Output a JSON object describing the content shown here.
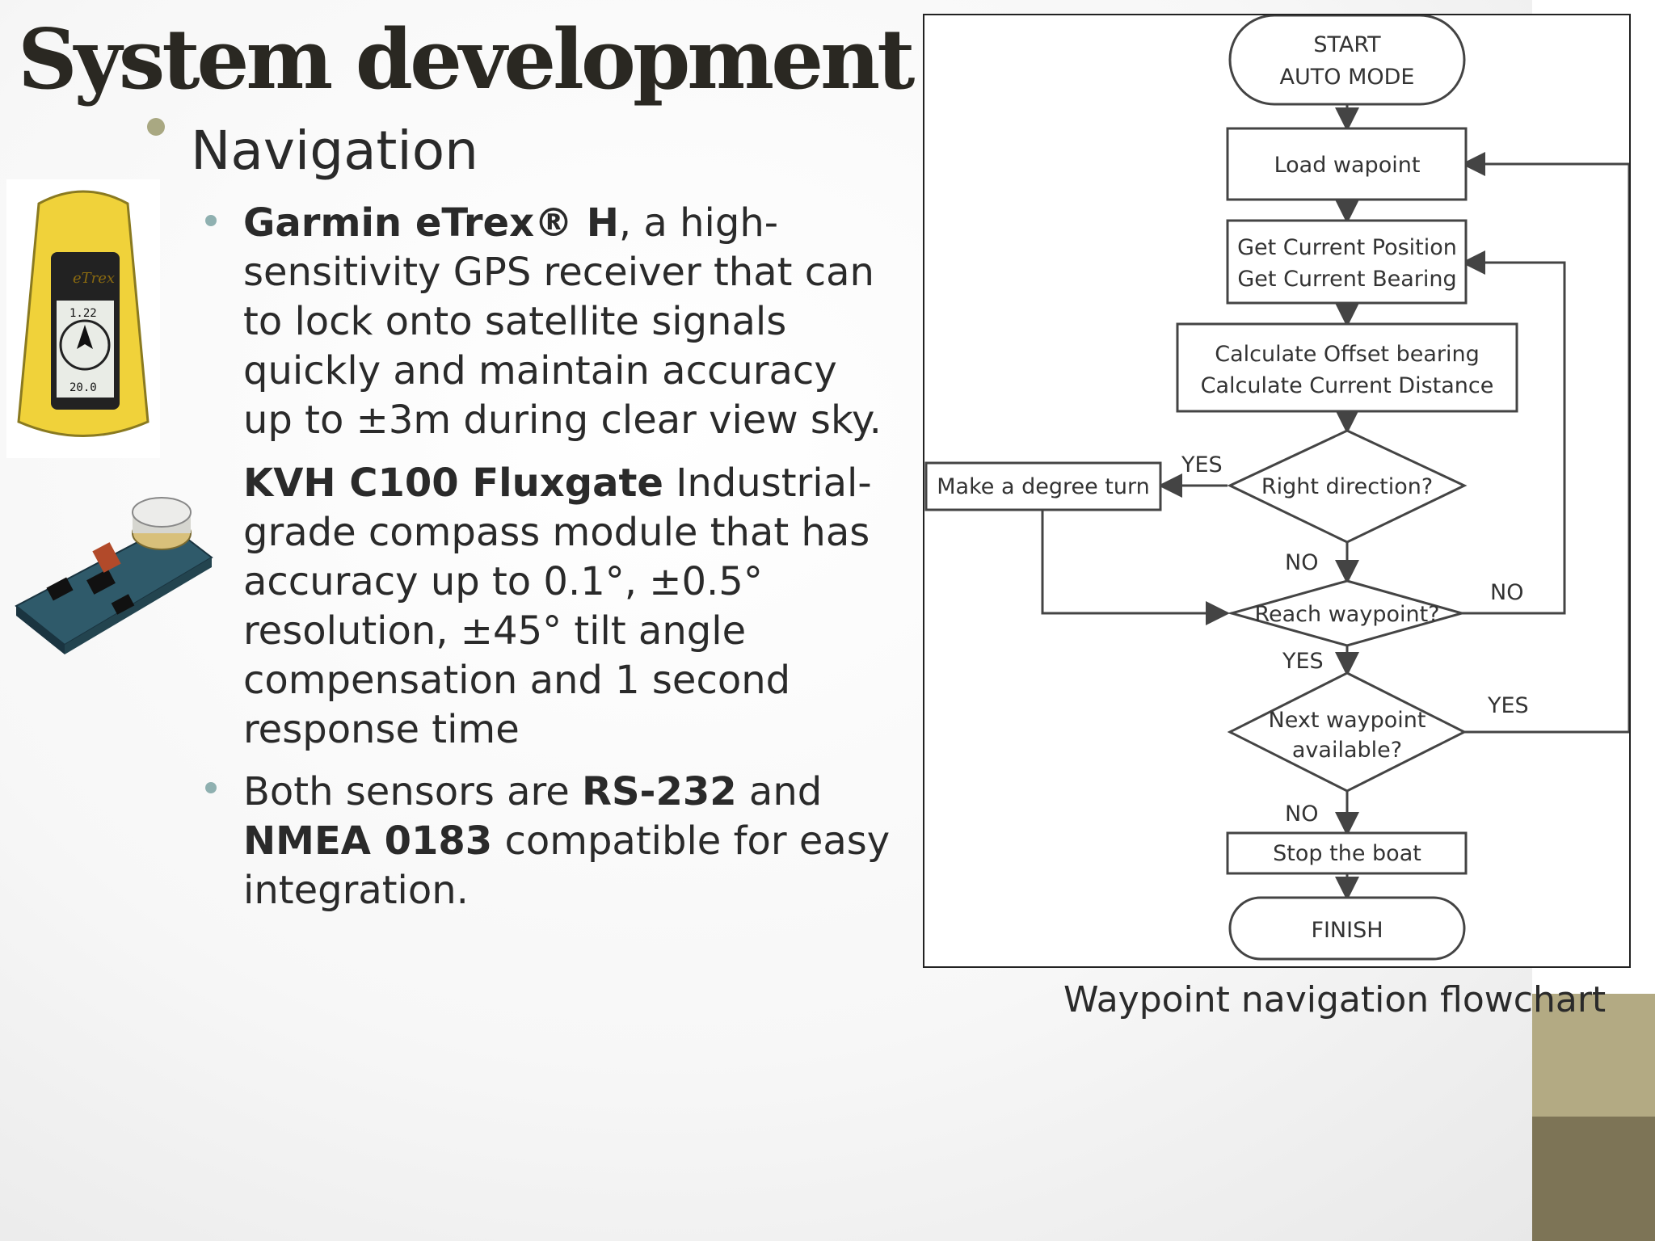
{
  "slide": {
    "title": "System development",
    "heading": "Navigation"
  },
  "bullets": {
    "gps_name": "Garmin eTrex® H",
    "gps_text": ", a  high-sensitivity GPS receiver that can to lock onto satellite signals quickly and maintain accuracy up to ±3m during clear view sky.",
    "compass_name": "KVH C100 Fluxgate",
    "compass_text": " Industrial-grade compass module that has accuracy up to 0.1°, ±0.5° resolution, ±45° tilt angle compensation and 1 second response time",
    "both_pre": "Both sensors are ",
    "both_rs": "RS-232",
    "both_mid": " and ",
    "both_nmea": "NMEA 0183",
    "both_post": " compatible for easy integration."
  },
  "images": {
    "gps_brand": "eTrex",
    "gps_screen_lines": [
      "1.22",
      "20.0"
    ]
  },
  "flowchart": {
    "start_line1": "START",
    "start_line2": "AUTO MODE",
    "load": "Load wapoint",
    "get_pos": "Get Current Position",
    "get_bearing": "Get Current Bearing",
    "calc_offset": "Calculate Offset bearing",
    "calc_dist": "Calculate Current Distance",
    "right_dir": "Right direction?",
    "make_turn": "Make a degree turn",
    "reach": "Reach waypoint?",
    "next_line1": "Next waypoint",
    "next_line2": "available?",
    "stop": "Stop the boat",
    "finish": "FINISH",
    "yes_turn": "YES",
    "no_right": "NO",
    "no_reach": "NO",
    "yes_reach": "YES",
    "yes_next": "YES",
    "no_next": "NO"
  },
  "caption": "Waypoint navigation flowchart",
  "colors": {
    "title": "#2a2822",
    "nav_bullet": "#a9a882",
    "sub_bullet": "#8fb0b0",
    "band_mid": "#b3aa83",
    "band_dark": "#7d7456"
  }
}
